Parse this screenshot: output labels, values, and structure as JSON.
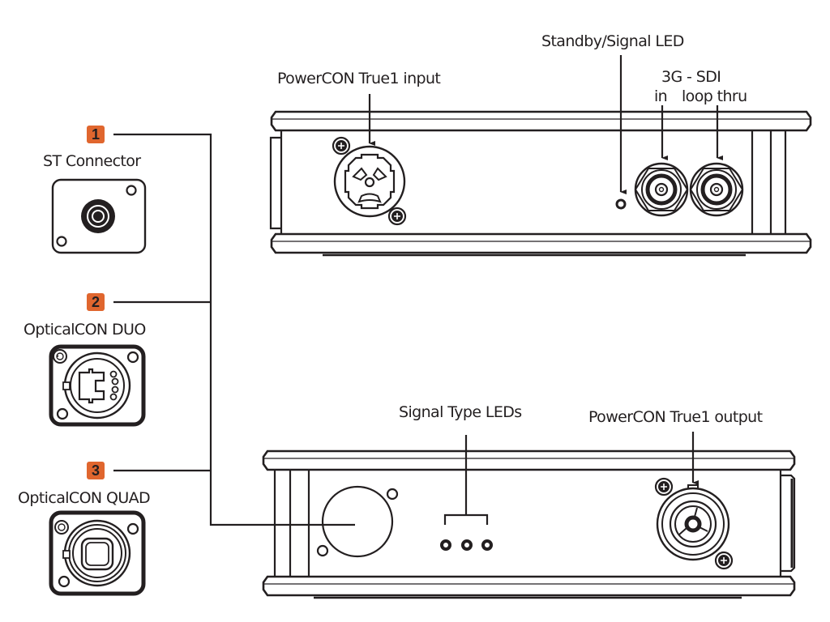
{
  "colors": {
    "ink": "#231f20",
    "badge": "#e0662e",
    "background": "#ffffff"
  },
  "connector_options": [
    {
      "number": "1",
      "name": "ST Connector",
      "icon": "st-connector-icon"
    },
    {
      "number": "2",
      "name": "OpticalCON DUO",
      "icon": "opticalcon-duo-icon"
    },
    {
      "number": "3",
      "name": "OpticalCON QUAD",
      "icon": "opticalcon-quad-icon"
    }
  ],
  "top_unit": {
    "labels": {
      "power_input": "PowerCON True1 input",
      "led": "Standby/Signal LED",
      "sdi_title": "3G - SDI",
      "sdi_in": "in",
      "sdi_loop": "loop thru"
    }
  },
  "bottom_unit": {
    "labels": {
      "signal_leds": "Signal Type LEDs",
      "power_output": "PowerCON True1 output"
    },
    "led_count": 3
  }
}
